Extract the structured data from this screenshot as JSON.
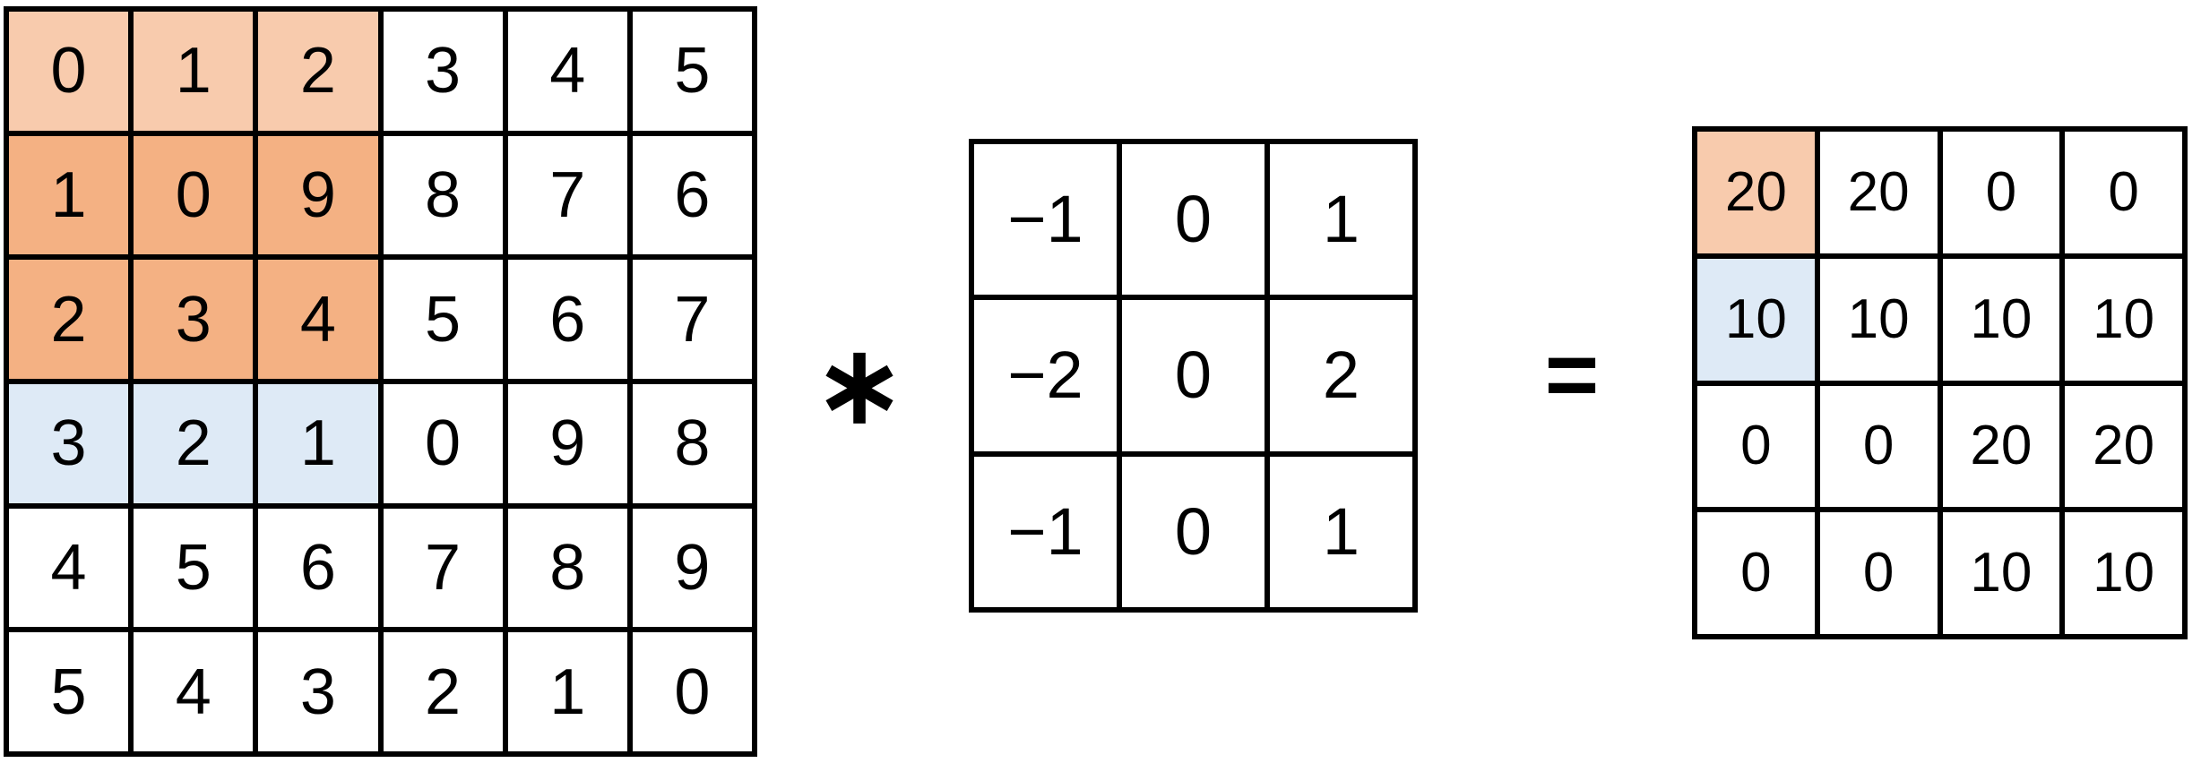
{
  "diagram": "2d-convolution",
  "colors": {
    "orange_light": "#F8CBAD",
    "orange": "#F4B183",
    "blue": "#DEEAF6",
    "grid_line": "#000000",
    "cell_background": "#FFFFFF",
    "text": "#000000"
  },
  "operators": {
    "convolution": "∗",
    "equals": "="
  },
  "matrices": {
    "input": {
      "rows": 6,
      "cols": 6,
      "values": [
        [
          0,
          1,
          2,
          3,
          4,
          5
        ],
        [
          1,
          0,
          9,
          8,
          7,
          6
        ],
        [
          2,
          3,
          4,
          5,
          6,
          7
        ],
        [
          3,
          2,
          1,
          0,
          9,
          8
        ],
        [
          4,
          5,
          6,
          7,
          8,
          9
        ],
        [
          5,
          4,
          3,
          2,
          1,
          0
        ]
      ],
      "highlight_map": [
        [
          "orange_light",
          "orange_light",
          "orange_light",
          null,
          null,
          null
        ],
        [
          "orange",
          "orange",
          "orange",
          null,
          null,
          null
        ],
        [
          "orange",
          "orange",
          "orange",
          null,
          null,
          null
        ],
        [
          "blue",
          "blue",
          "blue",
          null,
          null,
          null
        ],
        [
          null,
          null,
          null,
          null,
          null,
          null
        ],
        [
          null,
          null,
          null,
          null,
          null,
          null
        ]
      ]
    },
    "kernel": {
      "rows": 3,
      "cols": 3,
      "values": [
        [
          "−1",
          "0",
          "1"
        ],
        [
          "−2",
          "0",
          "2"
        ],
        [
          "−1",
          "0",
          "1"
        ]
      ],
      "highlight_map": [
        [
          null,
          null,
          null
        ],
        [
          null,
          null,
          null
        ],
        [
          null,
          null,
          null
        ]
      ]
    },
    "output": {
      "rows": 4,
      "cols": 4,
      "values": [
        [
          20,
          20,
          0,
          0
        ],
        [
          10,
          10,
          10,
          10
        ],
        [
          0,
          0,
          20,
          20
        ],
        [
          0,
          0,
          10,
          10
        ]
      ],
      "highlight_map": [
        [
          "orange_light",
          null,
          null,
          null
        ],
        [
          "blue",
          null,
          null,
          null
        ],
        [
          null,
          null,
          null,
          null
        ],
        [
          null,
          null,
          null,
          null
        ]
      ]
    }
  }
}
